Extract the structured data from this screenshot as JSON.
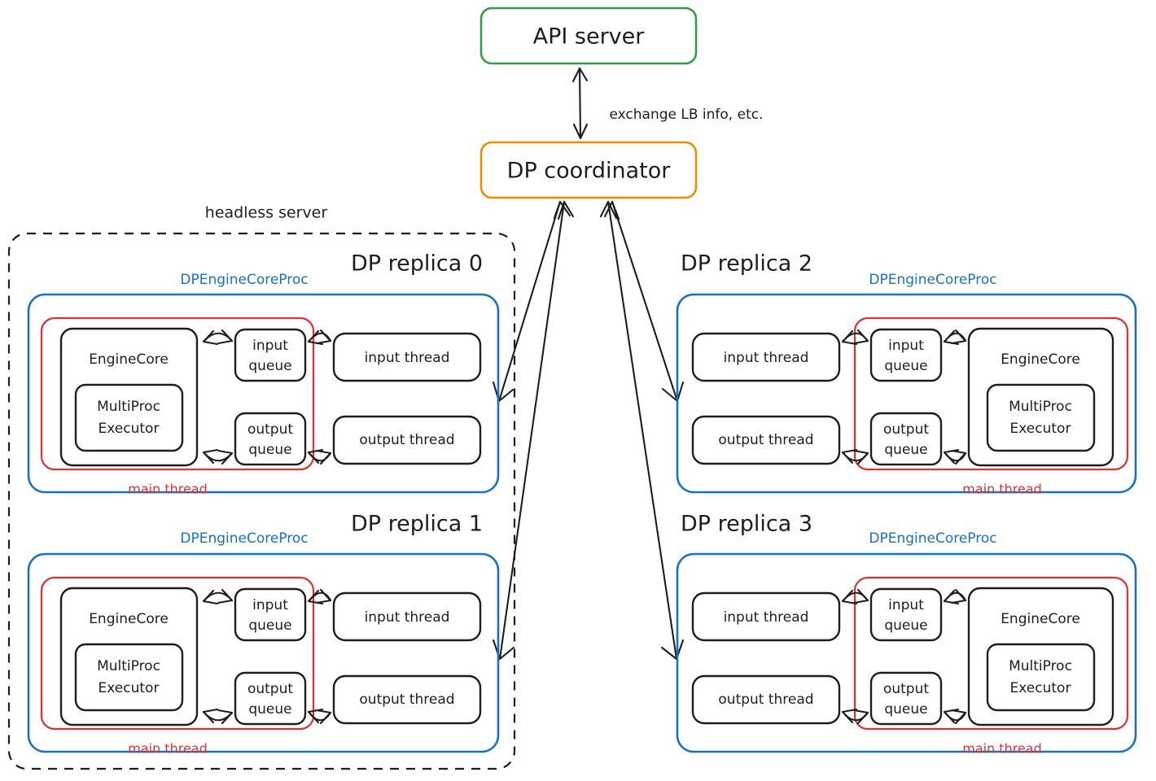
{
  "diagram": {
    "title_nodes": {
      "api_server": "API server",
      "dp_coordinator": "DP coordinator"
    },
    "edge_labels": {
      "coordinator_api": "exchange LB info, etc."
    },
    "group_labels": {
      "headless_server": "headless server"
    },
    "colors": {
      "api_server_stroke": "#2f9e44",
      "coordinator_stroke": "#f08c00",
      "process_stroke": "#1971c2",
      "main_thread_stroke": "#e03131",
      "node_stroke": "#1e1e1e",
      "background": "#ffffff"
    },
    "replicas": [
      {
        "title": "DP replica 0",
        "process_label": "DPEngineCoreProc",
        "thread_label": "main thread",
        "orientation": "engine-left",
        "nodes": {
          "engine_core": "EngineCore",
          "executor_line1": "MultiProc",
          "executor_line2": "Executor",
          "input_queue_line1": "input",
          "input_queue_line2": "queue",
          "output_queue_line1": "output",
          "output_queue_line2": "queue",
          "input_thread": "input thread",
          "output_thread": "output thread"
        }
      },
      {
        "title": "DP replica 1",
        "process_label": "DPEngineCoreProc",
        "thread_label": "main thread",
        "orientation": "engine-left",
        "nodes": {
          "engine_core": "EngineCore",
          "executor_line1": "MultiProc",
          "executor_line2": "Executor",
          "input_queue_line1": "input",
          "input_queue_line2": "queue",
          "output_queue_line1": "output",
          "output_queue_line2": "queue",
          "input_thread": "input thread",
          "output_thread": "output thread"
        }
      },
      {
        "title": "DP replica 2",
        "process_label": "DPEngineCoreProc",
        "thread_label": "main thread",
        "orientation": "engine-right",
        "nodes": {
          "engine_core": "EngineCore",
          "executor_line1": "MultiProc",
          "executor_line2": "Executor",
          "input_queue_line1": "input",
          "input_queue_line2": "queue",
          "output_queue_line1": "output",
          "output_queue_line2": "queue",
          "input_thread": "input thread",
          "output_thread": "output thread"
        }
      },
      {
        "title": "DP replica 3",
        "process_label": "DPEngineCoreProc",
        "thread_label": "main thread",
        "orientation": "engine-right",
        "nodes": {
          "engine_core": "EngineCore",
          "executor_line1": "MultiProc",
          "executor_line2": "Executor",
          "input_queue_line1": "input",
          "input_queue_line2": "queue",
          "output_queue_line1": "output",
          "output_queue_line2": "queue",
          "input_thread": "input thread",
          "output_thread": "output thread"
        }
      }
    ]
  }
}
